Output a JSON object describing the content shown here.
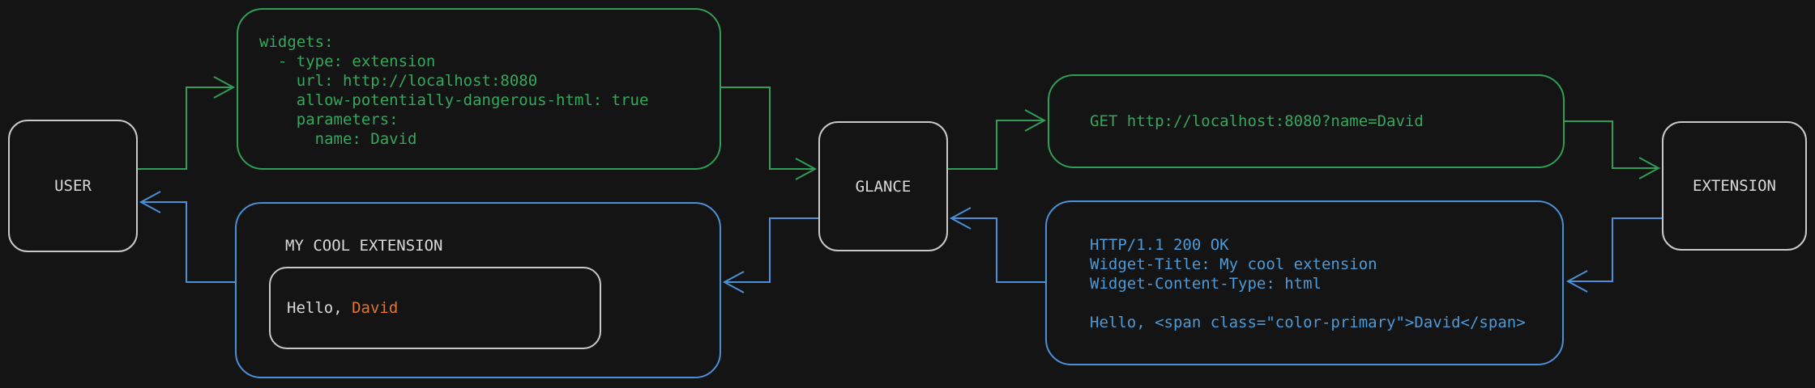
{
  "colors": {
    "background": "#141414",
    "request_green": "#2f9e57",
    "response_blue": "#4a90d8",
    "node_border_gray": "#c9c9c9",
    "plain_text": "#d9d9d9",
    "primary_orange": "#e5742c"
  },
  "nodes": {
    "user": {
      "label": "USER"
    },
    "glance": {
      "label": "GLANCE"
    },
    "extension": {
      "label": "EXTENSION"
    }
  },
  "config_box": {
    "lines": [
      "widgets:",
      "  - type: extension",
      "    url: http://localhost:8080",
      "    allow-potentially-dangerous-html: true",
      "    parameters:",
      "      name: David"
    ]
  },
  "request_box": {
    "text": "GET http://localhost:8080?name=David"
  },
  "response_box": {
    "lines": [
      "HTTP/1.1 200 OK",
      "Widget-Title: My cool extension",
      "Widget-Content-Type: html",
      "",
      "Hello, <span class=\"color-primary\">David</span>"
    ]
  },
  "widget_box": {
    "title": "MY COOL EXTENSION",
    "greeting": {
      "prefix": "Hello, ",
      "name": "David"
    }
  }
}
